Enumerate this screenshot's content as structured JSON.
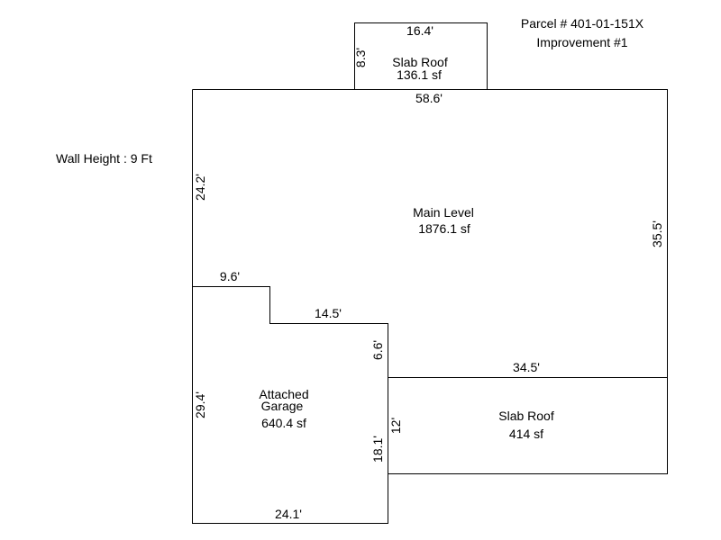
{
  "header": {
    "parcel": "Parcel # 401-01-151X",
    "improvement": "Improvement #1"
  },
  "wall_height": "Wall Height : 9 Ft",
  "areas": {
    "slab_roof_top": {
      "name": "Slab Roof",
      "area": "136.1 sf"
    },
    "main_level": {
      "name": "Main Level",
      "area": "1876.1 sf"
    },
    "garage": {
      "name_line1": "Attached",
      "name_line2": "Garage",
      "area": "640.4 sf"
    },
    "slab_roof_right": {
      "name": "Slab Roof",
      "area": "414 sf"
    }
  },
  "dimensions": {
    "top_roof_width": "16.4'",
    "top_roof_depth": "8.3'",
    "main_width": "58.6'",
    "main_left_height": "24.2'",
    "main_right_height": "35.5'",
    "step_width": "9.6'",
    "inner_width": "14.5'",
    "inner_height": "6.6'",
    "right_roof_width": "34.5'",
    "garage_height": "29.4'",
    "garage_inner_height": "18.1'",
    "right_roof_depth": "12'",
    "garage_width": "24.1'"
  },
  "colors": {
    "line": "#000000",
    "background": "#ffffff"
  }
}
